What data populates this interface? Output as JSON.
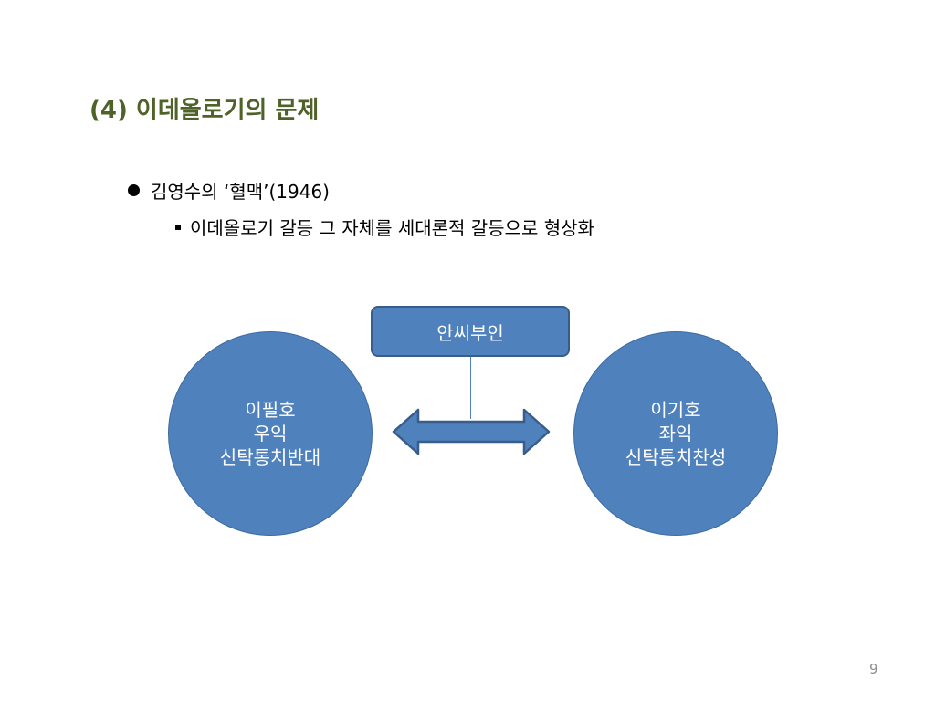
{
  "title": "(4) 이데올로기의 문제",
  "bullet1": {
    "text": "김영수의 ‘혈맥’(1946)"
  },
  "bullet2": {
    "text": "이데올로기 갈등 그 자체를 세대론적 갈등으로 형상화"
  },
  "diagram": {
    "center_box": "안씨부인",
    "left_circle": {
      "line1": "이필호",
      "line2": "우익",
      "line3": "신탁통치반대"
    },
    "right_circle": {
      "line1": "이기호",
      "line2": "좌익",
      "line3": "신탁통치찬성"
    },
    "colors": {
      "fill": "#4f81bd",
      "stroke": "#385d8a",
      "text": "#ffffff"
    }
  },
  "page_number": "9",
  "colors": {
    "title": "#4f6228"
  }
}
